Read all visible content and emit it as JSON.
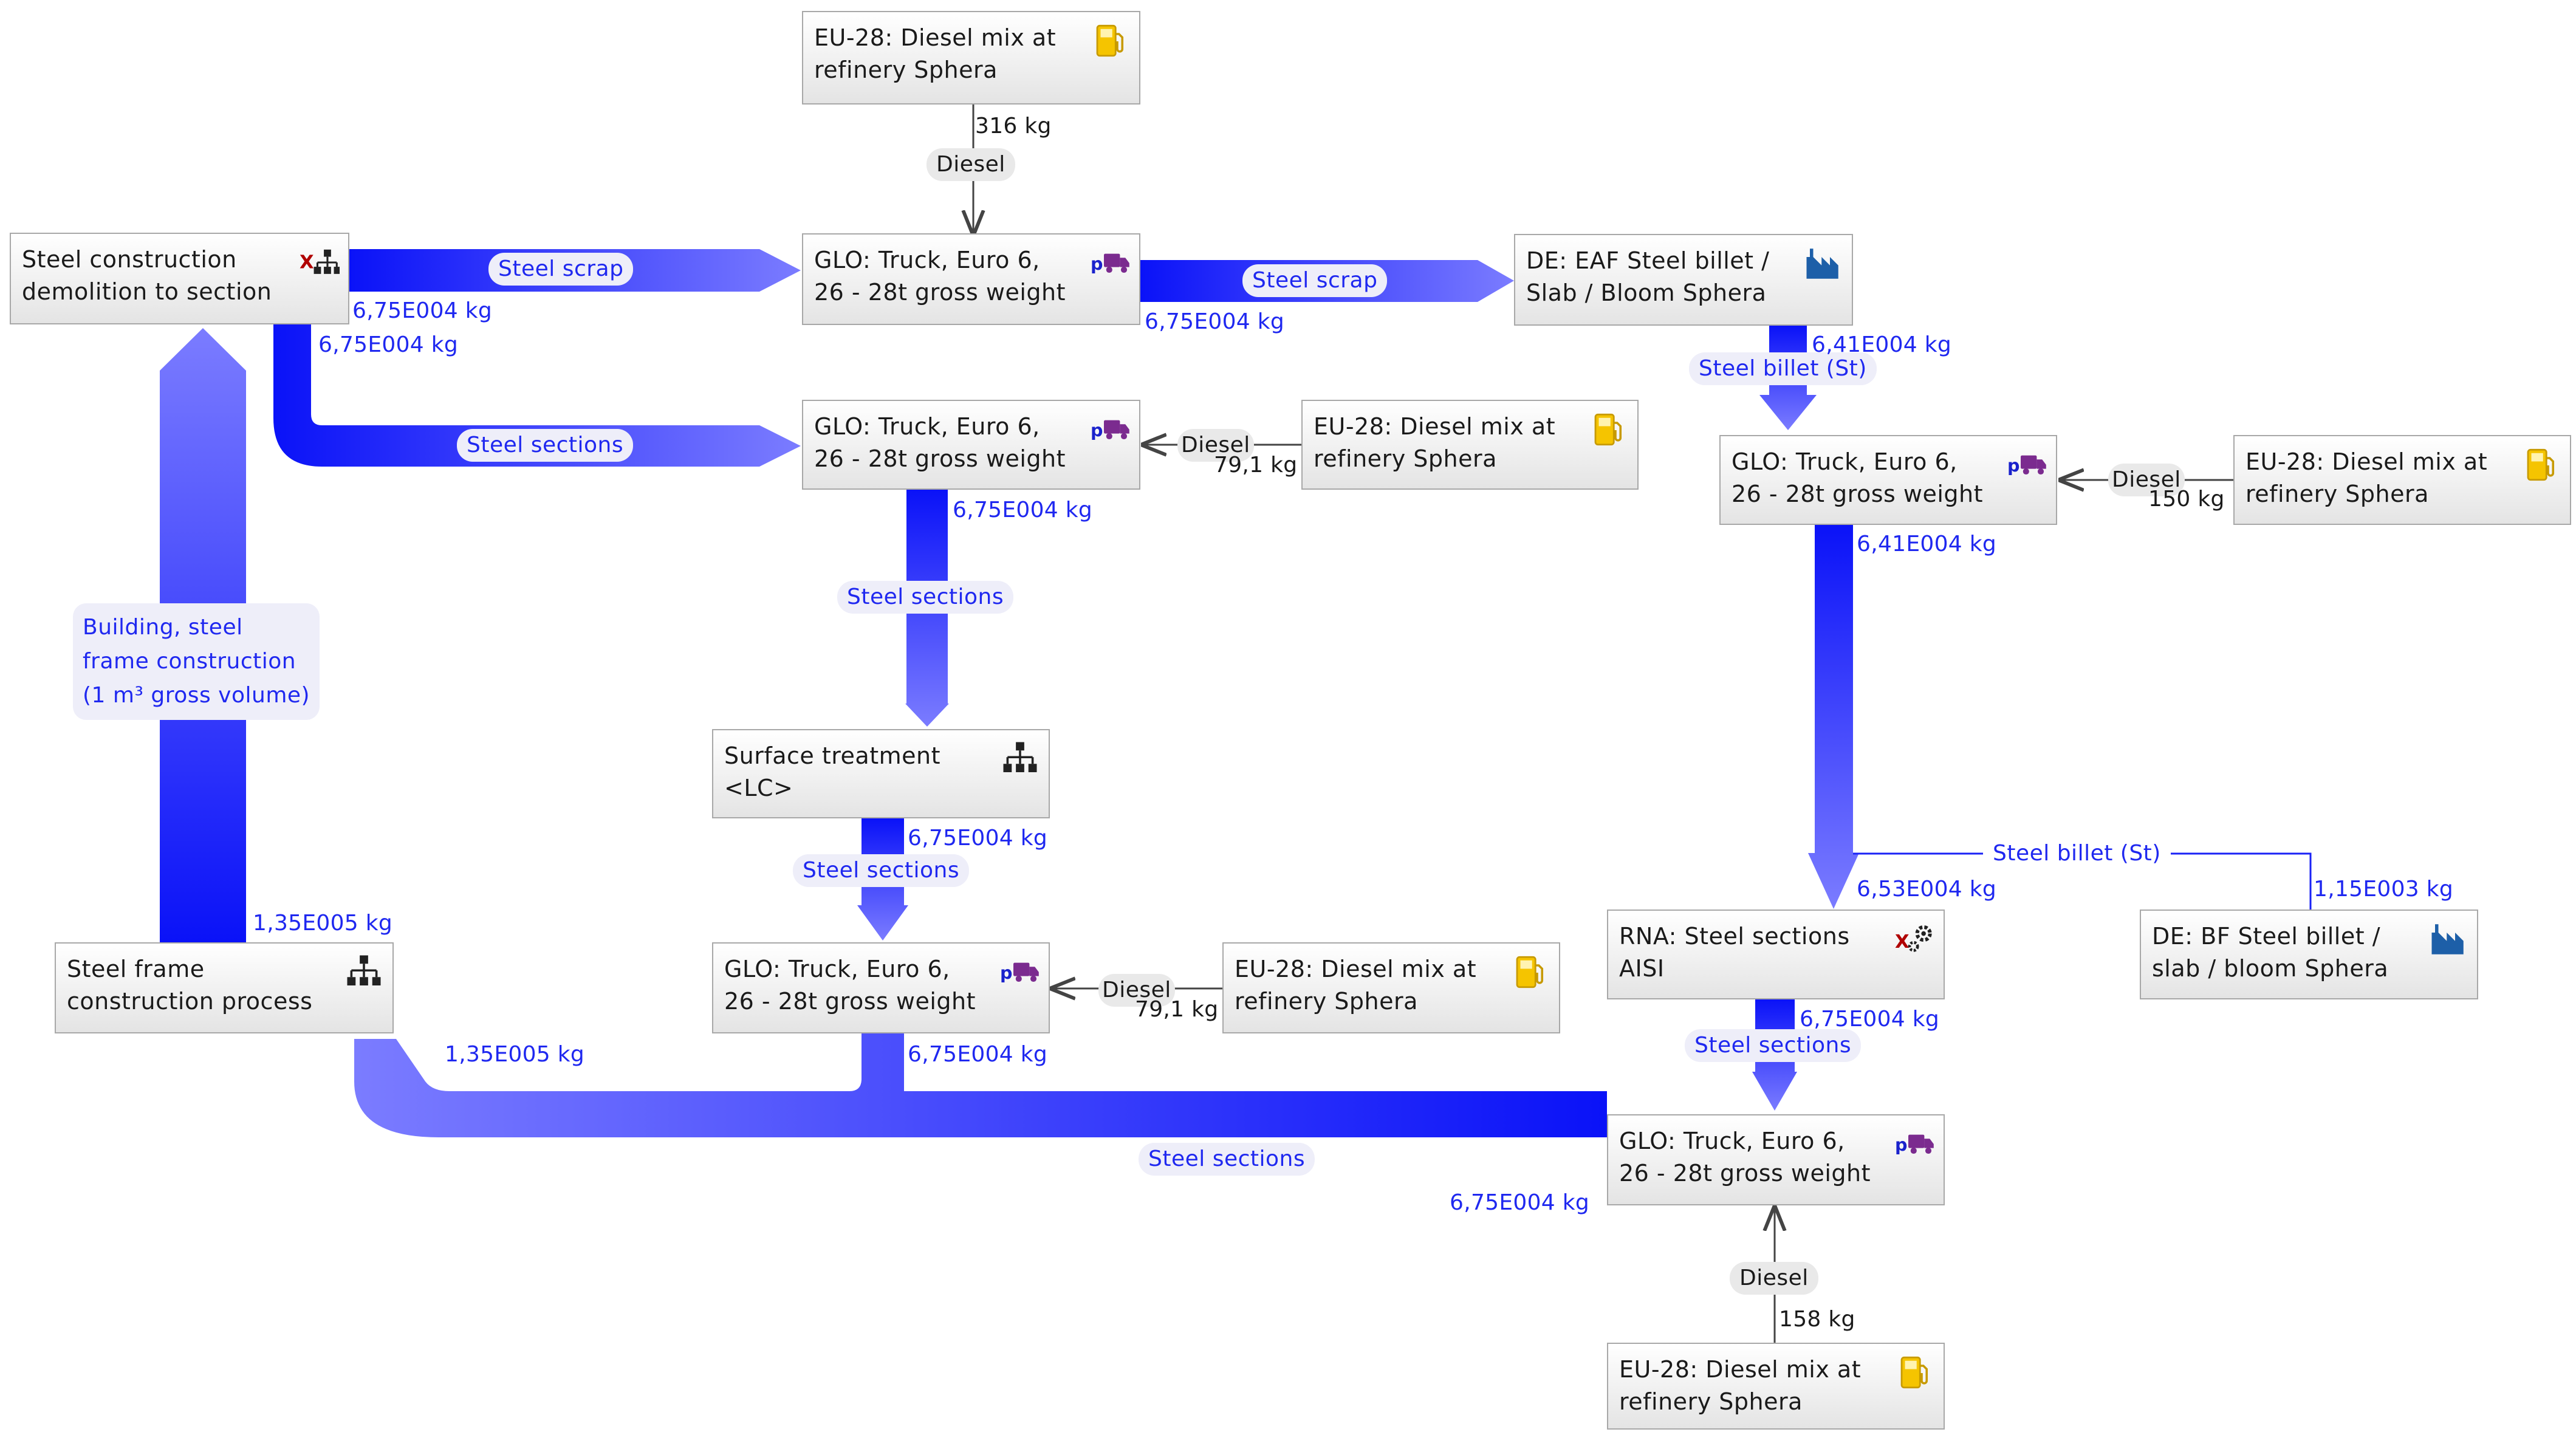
{
  "nodes": {
    "diesel_top": {
      "label": "EU-28: Diesel mix at\nrefinery Sphera",
      "icon": "fuel-pump-icon"
    },
    "demolition": {
      "label": "Steel construction\ndemolition to section",
      "icon": "plan-hierarchy-x-icon"
    },
    "truck_top": {
      "label": "GLO: Truck, Euro 6,\n26 - 28t gross weight",
      "icon": "truck-p-icon"
    },
    "eaf_billet": {
      "label": "DE: EAF Steel billet /\nSlab / Bloom Sphera",
      "icon": "factory-icon"
    },
    "truck_mid": {
      "label": "GLO: Truck, Euro 6,\n26 - 28t gross weight",
      "icon": "truck-p-icon"
    },
    "diesel_mid": {
      "label": "EU-28: Diesel mix at\nrefinery Sphera",
      "icon": "fuel-pump-icon"
    },
    "truck_right": {
      "label": "GLO: Truck, Euro 6,\n26 - 28t gross weight",
      "icon": "truck-p-icon"
    },
    "diesel_right": {
      "label": "EU-28: Diesel mix at\nrefinery Sphera",
      "icon": "fuel-pump-icon"
    },
    "surface": {
      "label": "Surface treatment\n<LC>",
      "icon": "plan-hierarchy-icon"
    },
    "frame": {
      "label": "Steel frame\nconstruction process",
      "icon": "plan-hierarchy-icon"
    },
    "truck_low": {
      "label": "GLO: Truck, Euro 6,\n26 - 28t gross weight",
      "icon": "truck-p-icon"
    },
    "diesel_low": {
      "label": "EU-28: Diesel mix at\nrefinery Sphera",
      "icon": "fuel-pump-icon"
    },
    "rna": {
      "label": "RNA: Steel sections\nAISI",
      "icon": "gear-x-icon"
    },
    "bf_billet": {
      "label": "DE: BF Steel billet /\nslab / bloom Sphera",
      "icon": "factory-icon"
    },
    "truck_bottom": {
      "label": "GLO: Truck, Euro 6,\n26 - 28t gross weight",
      "icon": "truck-p-icon"
    },
    "diesel_bottom": {
      "label": "EU-28: Diesel mix at\nrefinery Sphera",
      "icon": "fuel-pump-icon"
    }
  },
  "flow_labels": {
    "diesel_top": "Diesel",
    "steel_scrap_1": "Steel scrap",
    "steel_scrap_2": "Steel scrap",
    "steel_billet_1": "Steel billet (St)",
    "steel_sections_1": "Steel sections",
    "diesel_mid": "Diesel",
    "diesel_right": "Diesel",
    "steel_sections_2": "Steel sections",
    "building": "Building, steel\nframe construction\n(1 m³ gross volume)",
    "steel_sections_3": "Steel sections",
    "diesel_low": "Diesel",
    "steel_billet_2": "Steel billet (St)",
    "steel_sections_4": "Steel sections",
    "steel_sections_5": "Steel sections",
    "diesel_bottom": "Diesel"
  },
  "amounts": {
    "a316": "316 kg",
    "a675_1": "6,75E004 kg",
    "a675_2": "6,75E004 kg",
    "a675_3": "6,75E004 kg",
    "a641_1": "6,41E004 kg",
    "a675_4": "6,75E004 kg",
    "a791_1": "79,1 kg",
    "a150": "150 kg",
    "a641_2": "6,41E004 kg",
    "a675_5": "6,75E004 kg",
    "a653": "6,53E004 kg",
    "a115": "1,15E003 kg",
    "a135_1": "1,35E005 kg",
    "a791_2": "79,1 kg",
    "a675_6": "6,75E004 kg",
    "a135_2": "1,35E005 kg",
    "a675_7": "6,75E004 kg",
    "a675_8": "6,75E004 kg",
    "a158": "158 kg"
  },
  "colors": {
    "flow_dark": "#0a12f8",
    "flow_light": "#7b7cff",
    "label_blue": "#1f28f0"
  }
}
